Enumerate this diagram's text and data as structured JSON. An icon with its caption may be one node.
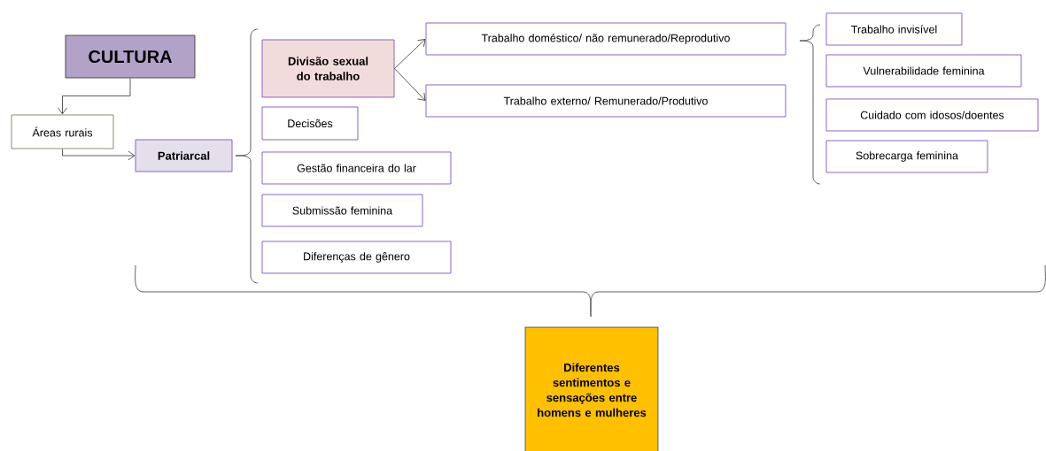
{
  "diagram": {
    "nodes": [
      {
        "text": [
          "CULTURA"
        ]
      },
      {
        "text": [
          "Áreas rurais"
        ]
      },
      {
        "text": [
          "Patriarcal"
        ]
      },
      {
        "text": [
          "Divisão sexual do trabalho"
        ]
      },
      {
        "text": [
          "Trabalho doméstico/ não remunerado/Reprodutivo"
        ]
      },
      {
        "text": [
          "Trabalho externo/ Remunerado/Produtivo"
        ]
      },
      {
        "text": [
          "Decisões"
        ]
      },
      {
        "text": [
          "Gestão financeira do lar"
        ]
      },
      {
        "text": [
          "Submissão feminina"
        ]
      },
      {
        "text": [
          "Diferenças  de gênero"
        ]
      },
      {
        "text": [
          "Trabalho invisível"
        ]
      },
      {
        "text": [
          "Vulnerabilidade  feminina"
        ]
      },
      {
        "text": [
          "Cuidado com idosos/doentes"
        ]
      },
      {
        "text": [
          "Sobrecarga feminina"
        ]
      },
      {
        "text": [
          "Diferentes sentimentos e sensações entre homens e mulheres"
        ]
      }
    ],
    "edges": [
      {
        "from": 0,
        "to": 1,
        "arrow": "to"
      },
      {
        "from": 1,
        "to": 2,
        "arrow": "to"
      },
      {
        "from": 3,
        "to": 4,
        "arrow": "to"
      },
      {
        "from": 3,
        "to": 5,
        "arrow": "to"
      }
    ]
  }
}
